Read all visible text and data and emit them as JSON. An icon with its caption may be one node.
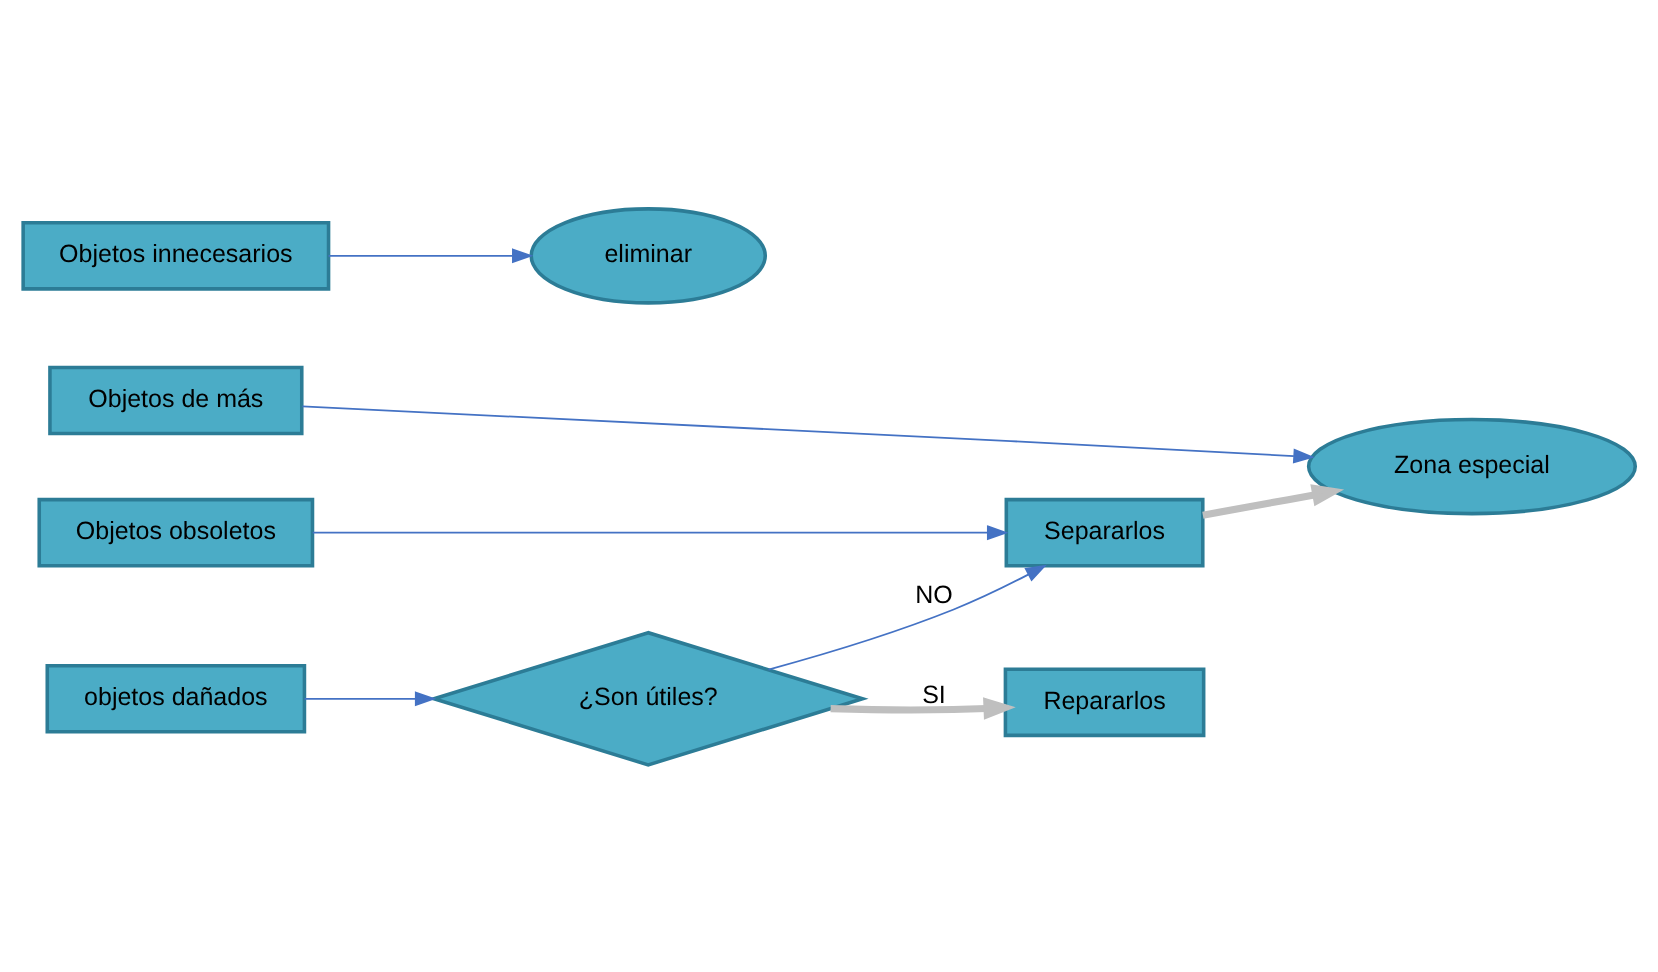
{
  "diagram": {
    "nodes": [
      {
        "text": [
          "Objetos de más"
        ]
      },
      {
        "text": [
          "Objetos obsoletos"
        ]
      },
      {
        "text": [
          "Separarlos"
        ]
      },
      {
        "text": [
          "Zona especial"
        ]
      },
      {
        "text": [
          "objetos dañados"
        ]
      },
      {
        "text": [
          "¿Son útiles?"
        ]
      },
      {
        "text": [
          "Repararlos"
        ]
      },
      {
        "text": [
          "Objetos innecesarios"
        ]
      },
      {
        "text": [
          "eliminar"
        ]
      }
    ],
    "edges": [
      {
        "from": 0,
        "to": 3,
        "arrow": "to"
      },
      {
        "from": 1,
        "to": 2,
        "arrow": "to"
      },
      {
        "from": 2,
        "to": 3,
        "arrow": "to",
        "style": "thick",
        "color": "#bfbfbf"
      },
      {
        "from": 4,
        "to": 5,
        "arrow": "to"
      },
      {
        "from": 5,
        "to": 2,
        "arrow": "to",
        "label": "NO"
      },
      {
        "from": 5,
        "to": 6,
        "arrow": "to",
        "label": "SI",
        "style": "thick",
        "color": "#bfbfbf"
      },
      {
        "from": 7,
        "to": 8,
        "arrow": "to"
      }
    ]
  }
}
